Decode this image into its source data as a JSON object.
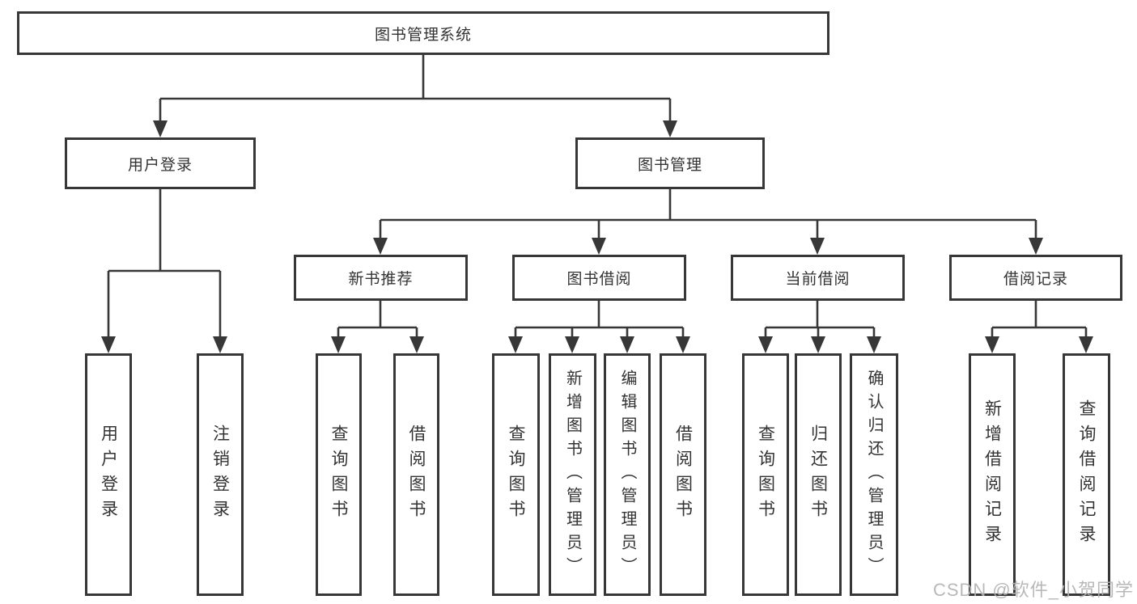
{
  "diagram": {
    "tree": {
      "root": "图书管理系统",
      "children": [
        {
          "label": "用户登录",
          "children": [
            "用户登录",
            "注销登录"
          ]
        },
        {
          "label": "图书管理",
          "children": [
            {
              "label": "新书推荐",
              "children": [
                "查询图书",
                "借阅图书"
              ]
            },
            {
              "label": "图书借阅",
              "children": [
                "查询图书",
                "新增图书（管理员）",
                "编辑图书（管理员）",
                "借阅图书"
              ]
            },
            {
              "label": "当前借阅",
              "children": [
                "查询图书",
                "归还图书",
                "确认归还（管理员）"
              ]
            },
            {
              "label": "借阅记录",
              "children": [
                "新增借阅记录",
                "查询借阅记录"
              ]
            }
          ]
        }
      ]
    },
    "colors": {
      "line": "#373737",
      "box_background": "#ffffff",
      "text": "#333333",
      "watermark": "#b2b2b2"
    }
  },
  "watermark": {
    "text": "CSDN @软件_小贺同学"
  }
}
